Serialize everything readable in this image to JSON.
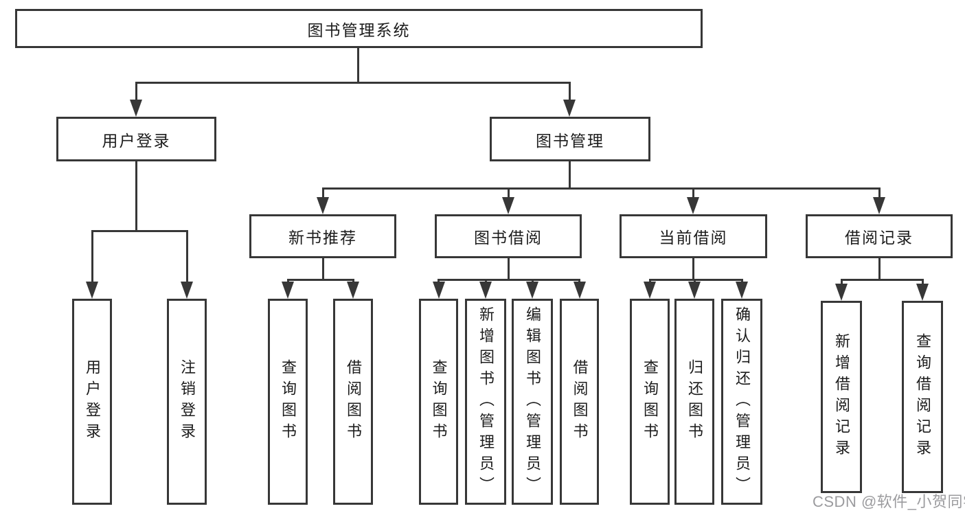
{
  "tree": {
    "root": {
      "label": "图书管理系统",
      "children": [
        {
          "label": "用户登录",
          "children": [
            {
              "label": "用户登录"
            },
            {
              "label": "注销登录"
            }
          ]
        },
        {
          "label": "图书管理",
          "children": [
            {
              "label": "新书推荐",
              "children": [
                {
                  "label": "查询图书"
                },
                {
                  "label": "借阅图书"
                }
              ]
            },
            {
              "label": "图书借阅",
              "children": [
                {
                  "label": "查询图书"
                },
                {
                  "label": "新增图书（管理员）"
                },
                {
                  "label": "编辑图书（管理员）"
                },
                {
                  "label": "借阅图书"
                }
              ]
            },
            {
              "label": "当前借阅",
              "children": [
                {
                  "label": "查询图书"
                },
                {
                  "label": "归还图书"
                },
                {
                  "label": "确认归还（管理员）"
                }
              ]
            },
            {
              "label": "借阅记录",
              "children": [
                {
                  "label": "新增借阅记录"
                },
                {
                  "label": "查询借阅记录"
                }
              ]
            }
          ]
        }
      ]
    }
  },
  "watermark": "CSDN @软件_小贺同学",
  "colors": {
    "line": "#373737",
    "text": "#1c1c1c",
    "background": "#ffffff",
    "watermark": "#9b9b9e"
  }
}
